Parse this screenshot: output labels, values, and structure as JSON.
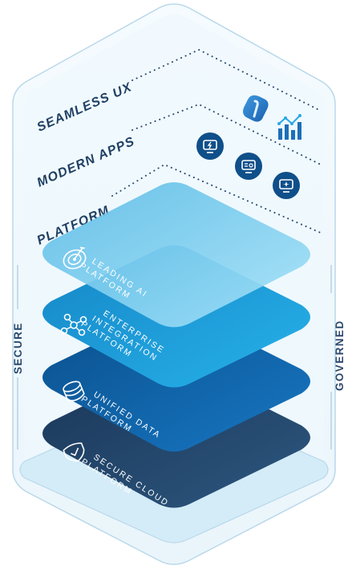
{
  "levels": {
    "seamless_ux": "SEAMLESS UX",
    "modern_apps": "MODERN APPS",
    "platform": "PLATFORM"
  },
  "sides": {
    "left": "SECURE",
    "right": "GOVERNED"
  },
  "platforms": [
    {
      "line1": "LEADING AI",
      "line2": "PLATFORM",
      "line3": "",
      "icon": "target-icon"
    },
    {
      "line1": "ENTERPRISE",
      "line2": "INTEGRATION",
      "line3": "PLATFORM",
      "icon": "network-icon"
    },
    {
      "line1": "UNIFIED DATA",
      "line2": "PLATFORM",
      "line3": "",
      "icon": "database-icon"
    },
    {
      "line1": "SECURE CLOUD",
      "line2": "PLATFORM",
      "line3": "",
      "icon": "shield-check-icon"
    }
  ],
  "icons": [
    "copilot-icon",
    "analytics-icon",
    "app-lightning-icon",
    "app-form-icon",
    "app-ai-icon"
  ],
  "colors": {
    "ai_layer": "#7fd0f0",
    "integration_layer": "#1a9bd6",
    "data_layer": "#0b5ea0",
    "cloud_layer": "#1c3e66",
    "outline": "#b9d8ea",
    "text": "#1f3f63",
    "icon_circle": "#0f4f8a"
  }
}
